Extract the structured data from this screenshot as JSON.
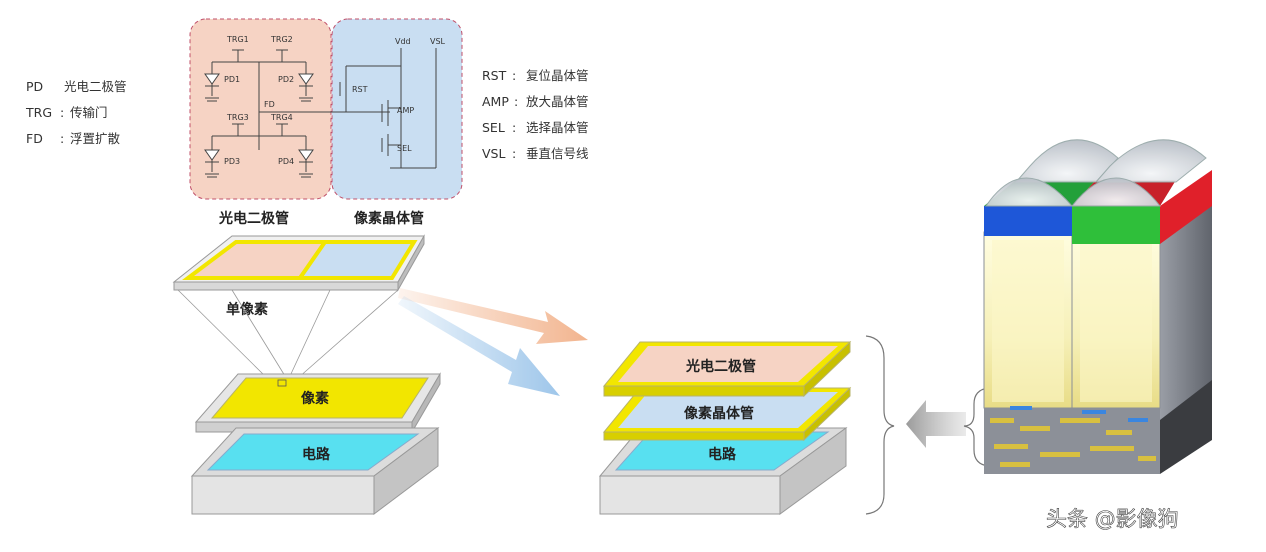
{
  "legend_left": {
    "items": [
      {
        "abbr": "PD",
        "sep": "",
        "text": "光电二极管"
      },
      {
        "abbr": "TRG",
        "sep": ":",
        "text": "传输门"
      },
      {
        "abbr": "FD",
        "sep": ":",
        "text": "浮置扩散"
      }
    ]
  },
  "legend_right": {
    "items": [
      {
        "abbr": "RST",
        "sep": ":",
        "text": "复位晶体管"
      },
      {
        "abbr": "AMP",
        "sep": ":",
        "text": "放大晶体管"
      },
      {
        "abbr": "SEL",
        "sep": ":",
        "text": "选择晶体管"
      },
      {
        "abbr": "VSL",
        "sep": ":",
        "text": "垂直信号线"
      }
    ]
  },
  "schematic": {
    "photodiode_section_caption": "光电二极管",
    "transistor_section_caption": "像素晶体管",
    "labels": {
      "trg1": "TRG1",
      "trg2": "TRG2",
      "trg3": "TRG3",
      "trg4": "TRG4",
      "pd1": "PD1",
      "pd2": "PD2",
      "pd3": "PD3",
      "pd4": "PD4",
      "fd": "FD",
      "rst": "RST",
      "amp": "AMP",
      "sel": "SEL",
      "vdd": "Vdd",
      "vsl": "VSL"
    }
  },
  "left_stack": {
    "single_pixel_label": "单像素",
    "pixel_layer_label": "像素",
    "circuit_layer_label": "电路"
  },
  "right_stack": {
    "photodiode_layer_label": "光电二极管",
    "transistor_layer_label": "像素晶体管",
    "circuit_layer_label": "电路"
  },
  "watermark": "头条 @影像狗",
  "colors": {
    "photodiode_region": "#f6d3c4",
    "transistor_region": "#c9def2",
    "yellow_frame": "#f2e600",
    "circuit_cyan": "#58e0f0",
    "arrow_orange": "#f2b48e",
    "arrow_blue": "#9ec6ea",
    "lens_blue": "#1e57d8",
    "lens_green": "#2fbf3a",
    "lens_red": "#e0202a"
  }
}
